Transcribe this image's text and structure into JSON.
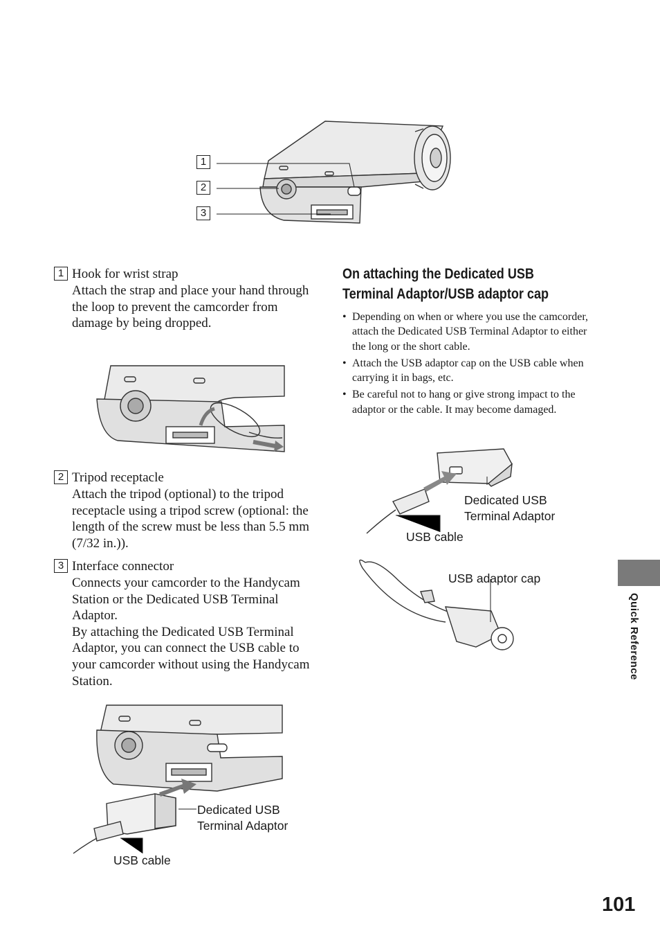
{
  "callout_numbers": [
    "1",
    "2",
    "3"
  ],
  "items": [
    {
      "number": "1",
      "title": "Hook for wrist strap",
      "body": "Attach the strap and place your hand through the loop to prevent the camcorder from damage by being dropped."
    },
    {
      "number": "2",
      "title": "Tripod receptacle",
      "body": "Attach the tripod (optional) to the tripod receptacle using a tripod screw (optional: the length of the screw must be less than 5.5 mm (7/32 in.))."
    },
    {
      "number": "3",
      "title": "Interface connector",
      "body": "Connects your camcorder to the Handycam Station or the Dedicated USB Terminal Adaptor.\nBy attaching the Dedicated USB Terminal Adaptor, you can connect the USB cable to your camcorder without using the Handycam Station."
    }
  ],
  "figure_labels": {
    "bottom_adaptor": "Dedicated USB\nTerminal Adaptor",
    "bottom_cable": "USB cable",
    "right_adaptor": "Dedicated USB\nTerminal Adaptor",
    "right_cable": "USB cable",
    "right_cap": "USB adaptor cap"
  },
  "section": {
    "heading": "On attaching the Dedicated USB\nTerminal Adaptor/USB adaptor cap",
    "bullets": [
      "Depending on when or where you use the camcorder, attach the Dedicated USB Terminal Adaptor to either the long or the short cable.",
      "Attach the USB adaptor cap on the USB cable when carrying it in bags, etc.",
      "Be careful not to hang or give strong impact to the adaptor or the cable. It may become damaged."
    ]
  },
  "side_tab_label": "Quick Reference",
  "page_number": "101",
  "colors": {
    "side_tab": "#7a7a7a",
    "line_art": "#333333",
    "text": "#1a1a1a"
  }
}
